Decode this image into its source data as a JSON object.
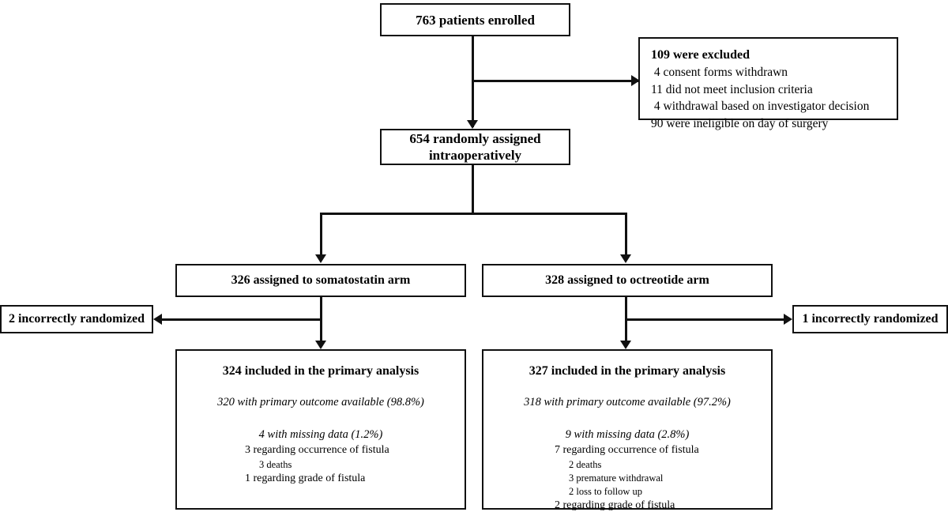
{
  "diagram": {
    "type": "consort-flow-diagram",
    "enrolled": {
      "label": "763 patients enrolled"
    },
    "excluded": {
      "title": "109 were excluded",
      "reasons": [
        " 4 consent forms withdrawn",
        "11 did not meet inclusion criteria",
        " 4 withdrawal based on investigator decision",
        "90 were ineligible on day of surgery"
      ]
    },
    "randomized": {
      "line1": "654 randomly assigned",
      "line2": "intraoperatively"
    },
    "arms": [
      {
        "assigned_label": "326 assigned to somatostatin arm",
        "incorrect_label": "2 incorrectly randomized",
        "analysis_title": "324 included in the primary analysis",
        "available_label": "320 with primary outcome available (98.8%)",
        "missing_label": "4 with missing data (1.2%)",
        "missing_details": [
          {
            "text": "3 regarding occurrence of fistula",
            "level": 1
          },
          {
            "text": "3 deaths",
            "level": 2
          },
          {
            "text": "1 regarding grade of fistula",
            "level": 1
          }
        ]
      },
      {
        "assigned_label": "328 assigned to octreotide arm",
        "incorrect_label": "1 incorrectly randomized",
        "analysis_title": "327 included in the primary analysis",
        "available_label": "318 with primary outcome available (97.2%)",
        "missing_label": "9 with missing data (2.8%)",
        "missing_details": [
          {
            "text": "7 regarding occurrence of fistula",
            "level": 1
          },
          {
            "text": "2 deaths",
            "level": 2
          },
          {
            "text": "3 premature withdrawal",
            "level": 2
          },
          {
            "text": "2 loss to follow up",
            "level": 2
          },
          {
            "text": "2 regarding grade of fistula",
            "level": 1
          }
        ]
      }
    ],
    "colors": {
      "stroke": "#111111",
      "background": "#ffffff",
      "text": "#000000"
    }
  }
}
